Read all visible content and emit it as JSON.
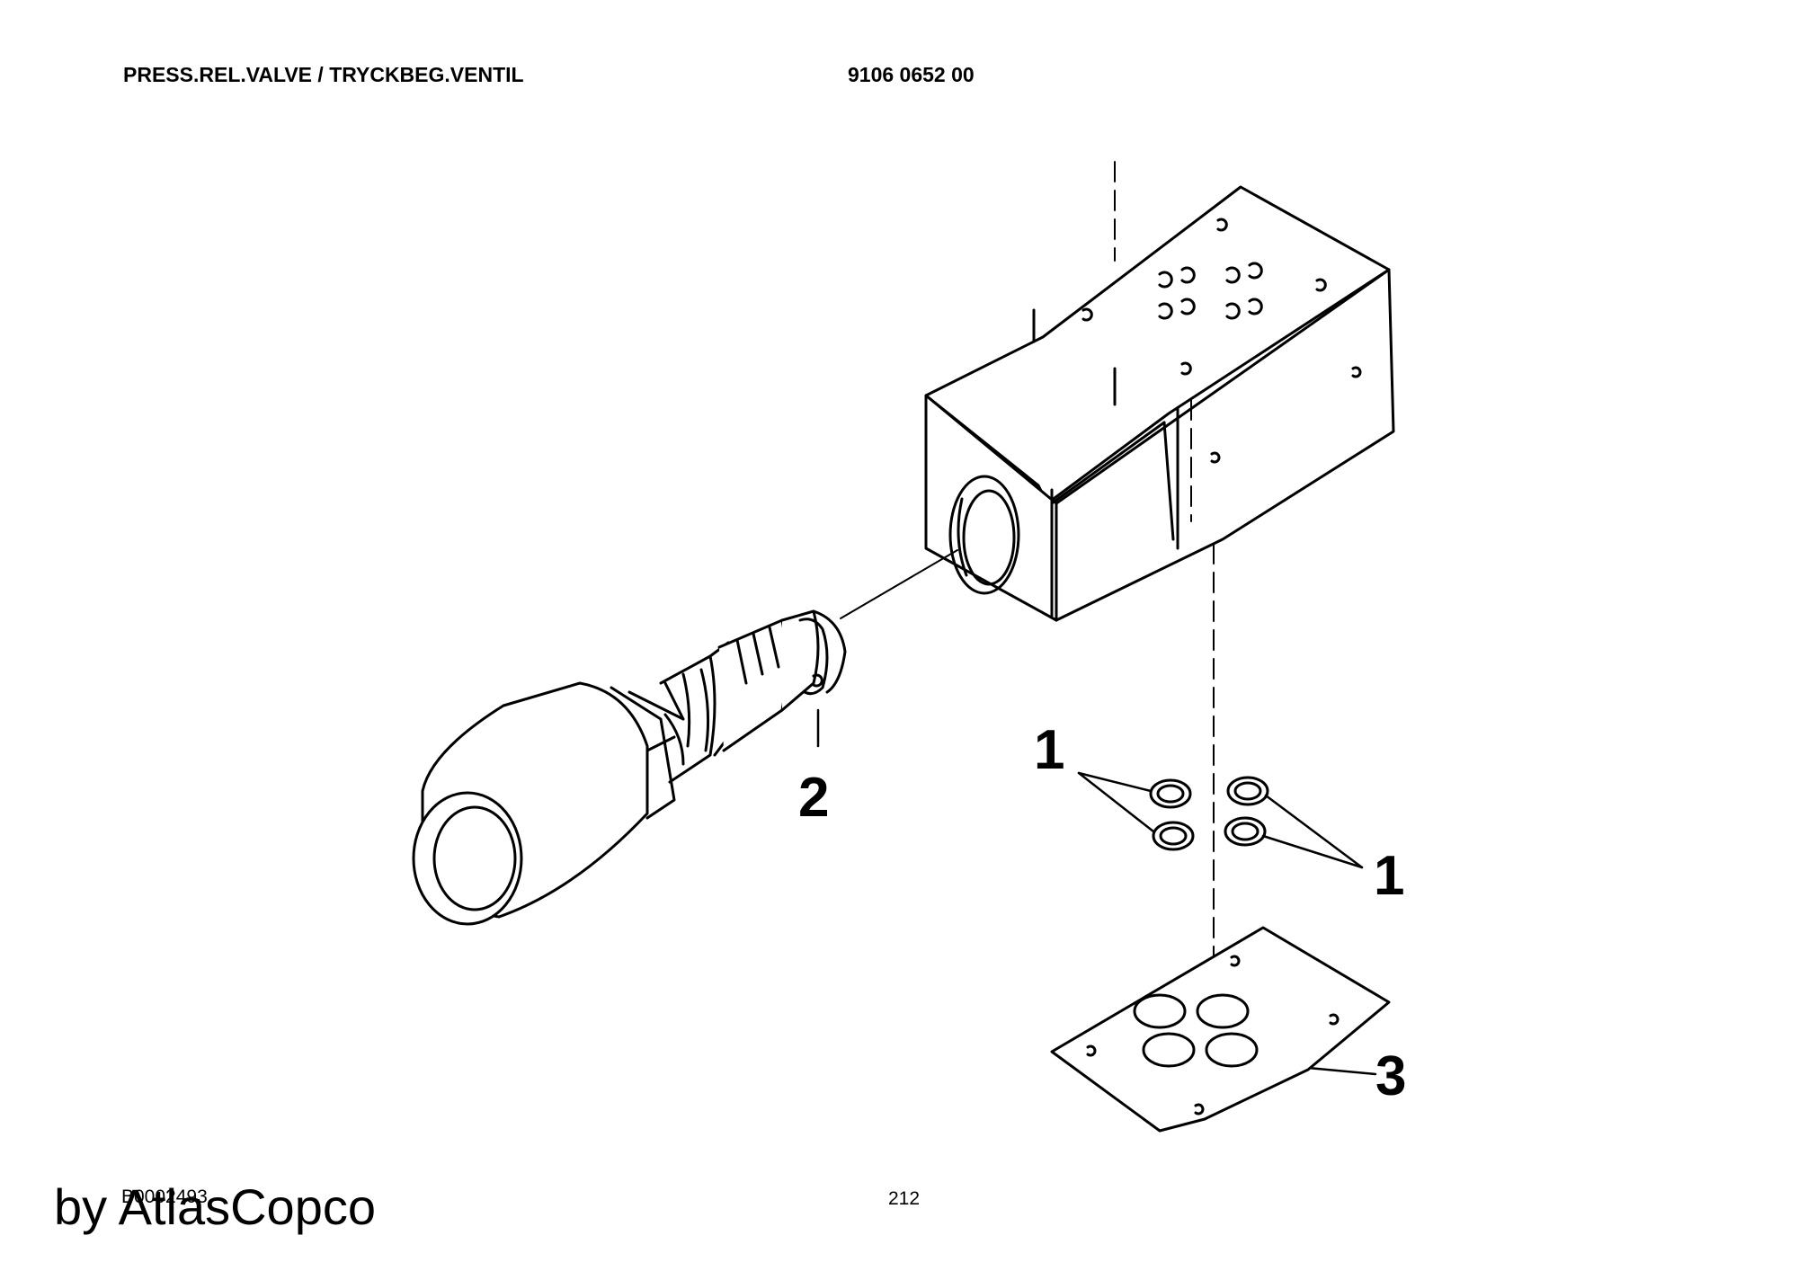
{
  "header": {
    "title": "PRESS.REL.VALVE / TRYCKBEG.VENTIL",
    "part_number": "9106 0652 00"
  },
  "footer": {
    "drawing_id": "B0002493",
    "page_number": "212",
    "watermark": "by AtlasCopco"
  },
  "callouts": {
    "seal_left": "1",
    "seal_right": "1",
    "cartridge": "2",
    "plate": "3"
  },
  "colors": {
    "ink": "#000000",
    "paper": "#ffffff"
  }
}
